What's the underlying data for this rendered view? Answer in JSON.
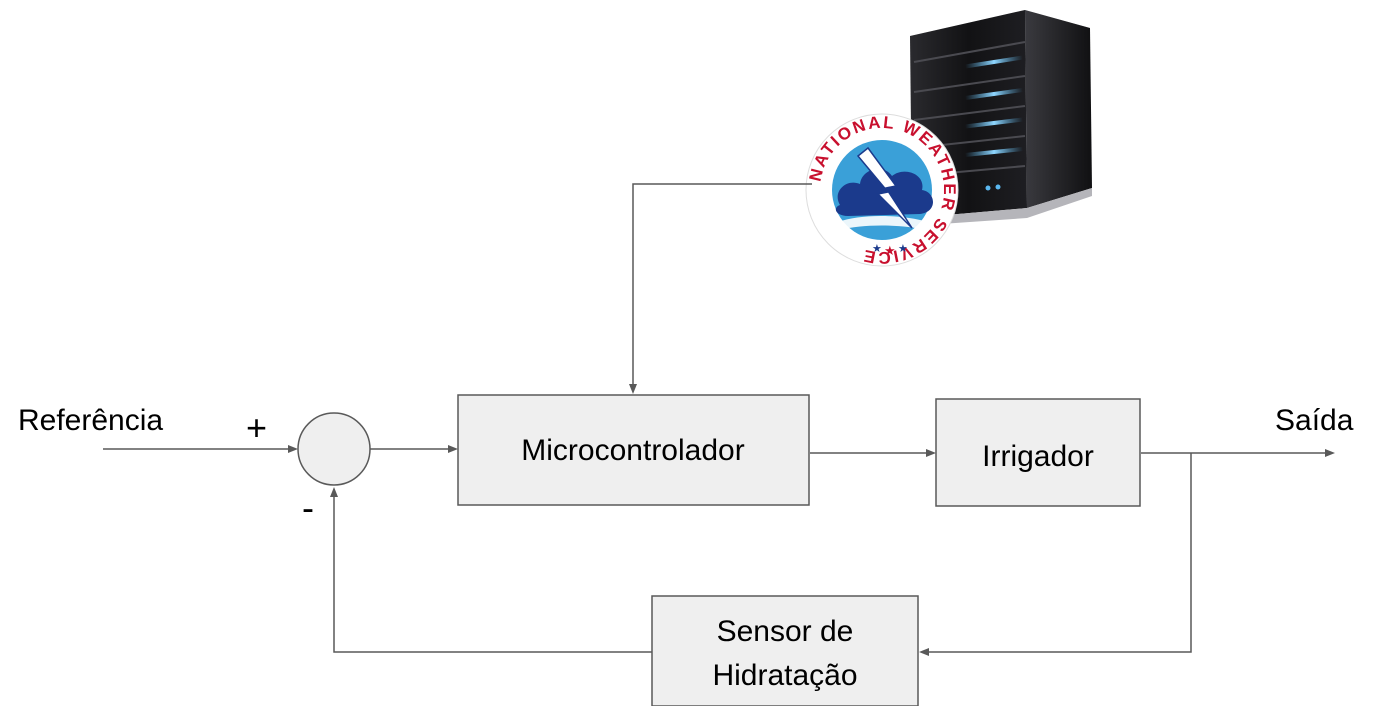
{
  "labels": {
    "input": "Referência",
    "output": "Saída",
    "plus_sign": "+",
    "minus_sign": "-"
  },
  "blocks": {
    "controller": "Microcontrolador",
    "actuator": "Irrigador",
    "sensor_line1": "Sensor de",
    "sensor_line2": "Hidratação"
  },
  "logo": {
    "text_top": "NATIONAL WEATHER SERVICE",
    "colors": {
      "ring": "#ffffff",
      "lettering": "#c8102e",
      "disc": "#3aa0d8",
      "cloud": "#1b3a8c",
      "bolt": "#ffffff"
    }
  },
  "colors": {
    "block_fill": "#efefef",
    "wire": "#595959",
    "server_body": "#1d1d1f",
    "server_light": "#5ab8f0"
  }
}
